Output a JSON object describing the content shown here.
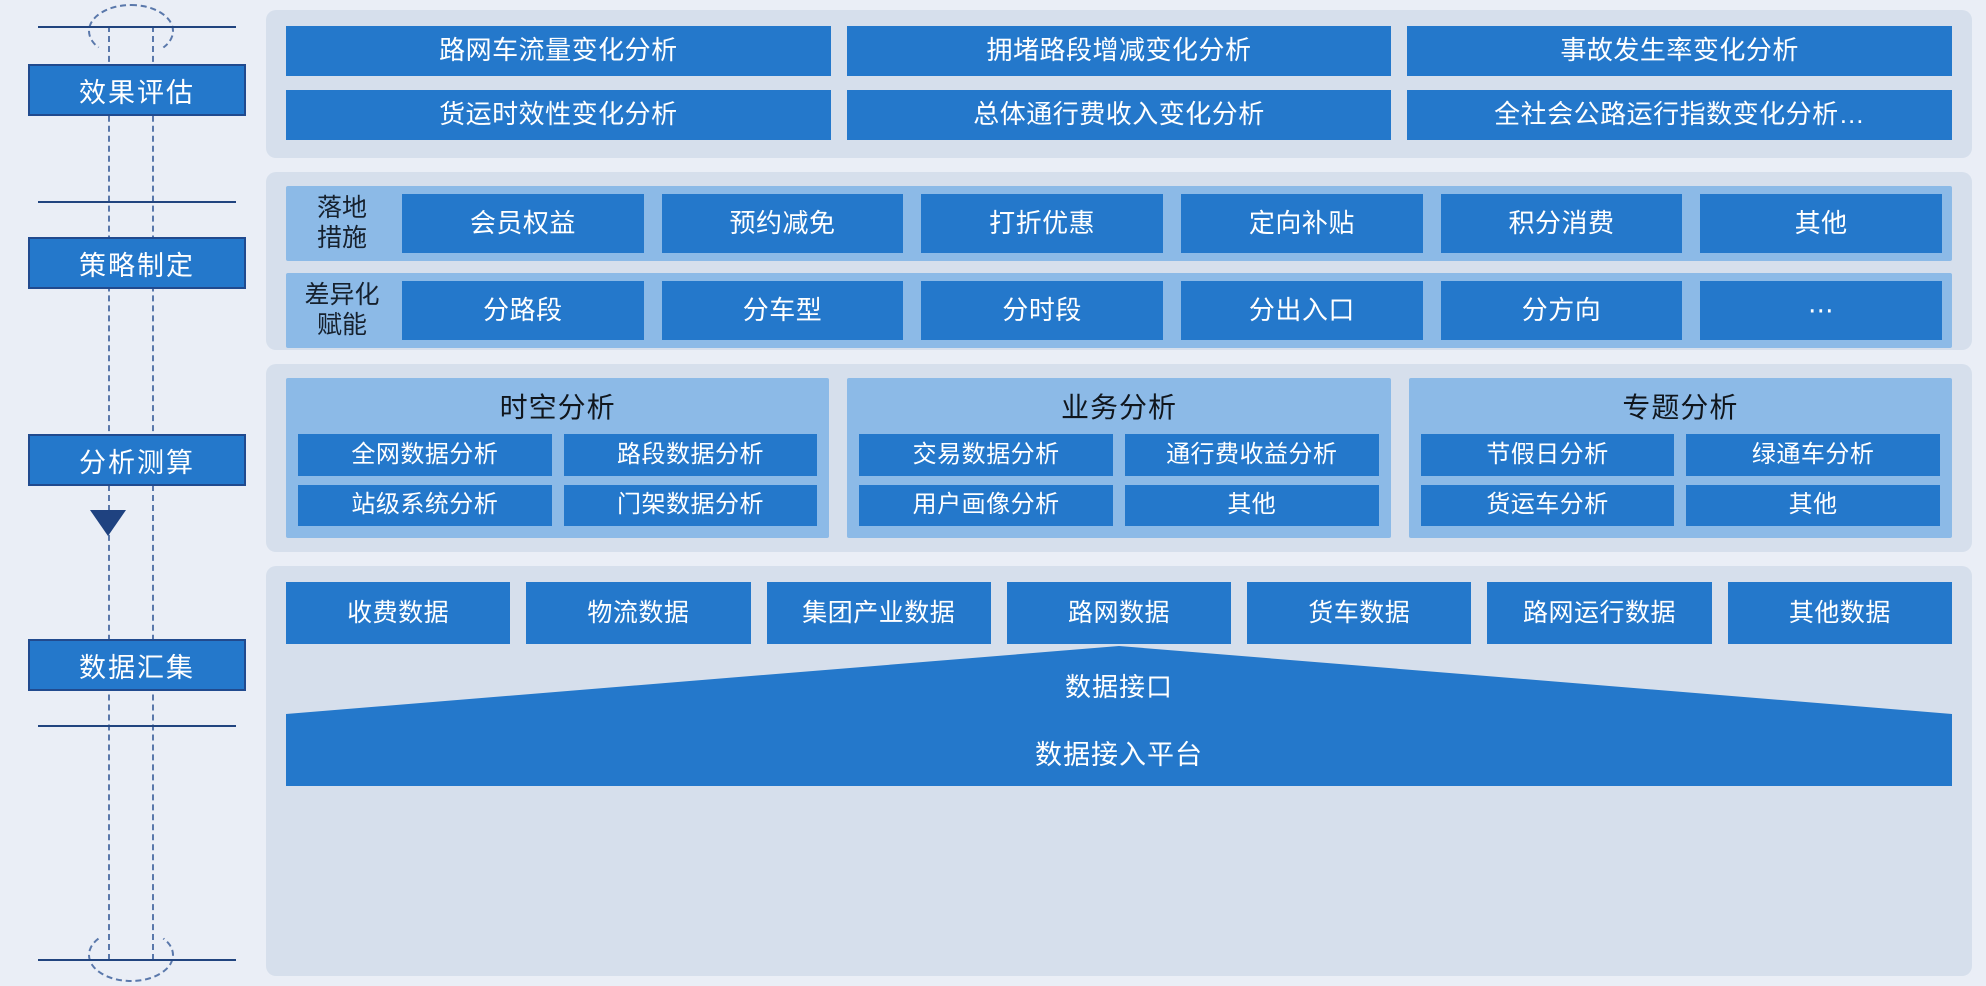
{
  "stages": [
    {
      "label": "效果评估"
    },
    {
      "label": "策略制定"
    },
    {
      "label": "分析测算"
    },
    {
      "label": "数据汇集"
    }
  ],
  "effect_evaluation": {
    "items": [
      "路网车流量变化分析",
      "拥堵路段增减变化分析",
      "事故发生率变化分析",
      "货运时效性变化分析",
      "总体通行费收入变化分析",
      "全社会公路运行指数变化分析…"
    ]
  },
  "strategy": {
    "rows": [
      {
        "label": "落地\n措施",
        "items": [
          "会员权益",
          "预约减免",
          "打折优惠",
          "定向补贴",
          "积分消费",
          "其他"
        ]
      },
      {
        "label": "差异化\n赋能",
        "items": [
          "分路段",
          "分车型",
          "分时段",
          "分出入口",
          "分方向",
          "⋯"
        ]
      }
    ]
  },
  "analysis": {
    "groups": [
      {
        "title": "时空分析",
        "items": [
          "全网数据分析",
          "路段数据分析",
          "站级系统分析",
          "门架数据分析"
        ]
      },
      {
        "title": "业务分析",
        "items": [
          "交易数据分析",
          "通行费收益分析",
          "用户画像分析",
          "其他"
        ]
      },
      {
        "title": "专题分析",
        "items": [
          "节假日分析",
          "绿通车分析",
          "货运车分析",
          "其他"
        ]
      }
    ]
  },
  "data_collection": {
    "sources": [
      "收费数据",
      "物流数据",
      "集团产业数据",
      "路网数据",
      "货车数据",
      "路网运行数据",
      "其他数据"
    ],
    "interface_label": "数据接口",
    "platform_label": "数据接入平台"
  },
  "colors": {
    "page_background": "#eaeef6",
    "panel_background": "#d6dfec",
    "tile_blue": "#2478cb",
    "band_blue": "#8cbae7",
    "stage_border": "#214a8e",
    "rail_line": "#21447f",
    "dash_line": "#5a78ab",
    "arrow_navy": "#1f4280"
  }
}
